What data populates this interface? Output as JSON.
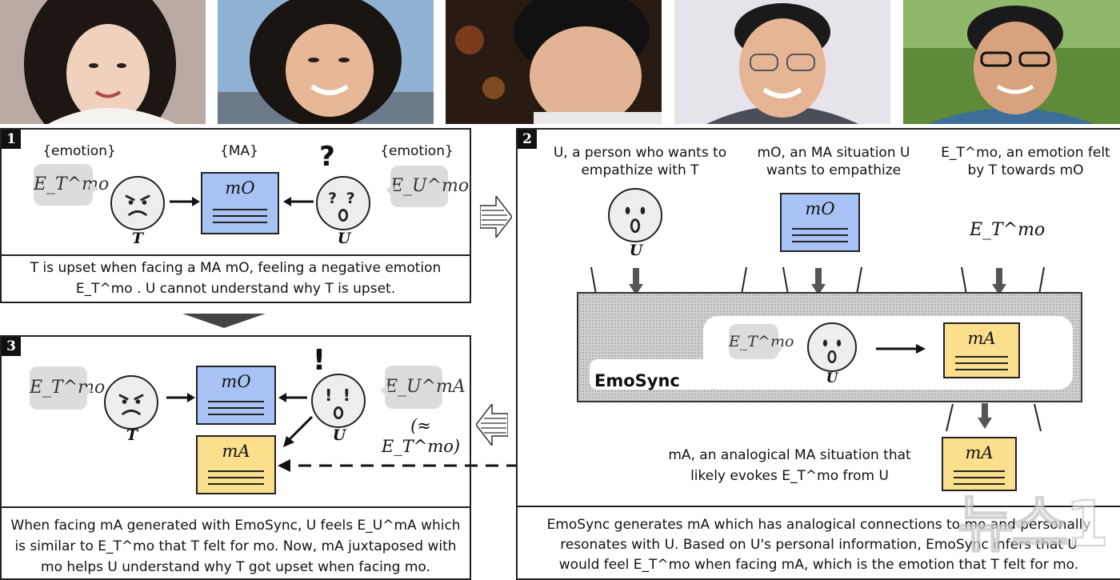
{
  "panels": {
    "p1": {
      "number": "1",
      "labels": {
        "left_emotion": "{emotion}",
        "ma": "{MA}",
        "right_emotion": "{emotion}",
        "question_mark": "?"
      },
      "bubble_T": "E_T^mo",
      "bubble_U": "E_U^mo",
      "doc_title": "mO",
      "face_T_label": "T",
      "face_U_label": "U",
      "caption_line1": "T is upset when facing a MA mO, feeling a negative emotion",
      "caption_line2": "E_T^mo . U cannot understand why T is upset."
    },
    "p2": {
      "number": "2",
      "brace_U": "U, a person who wants to empathize with T",
      "brace_mo": "mO, an MA situation U wants to empathize",
      "brace_E": "E_T^mo, an emotion felt by T towards mO",
      "face_U_label": "U",
      "doc_title": "mO",
      "E_label": "E_T^mo",
      "emosync_label": "EmoSync",
      "inner_bubble": "E_T^mo",
      "inner_face_label": "U",
      "inner_doc_title": "mA",
      "output_brace": "mA, an analogical MA situation that likely evokes E_T^mo from U",
      "output_doc_title": "mA",
      "caption_line1": "EmoSync generates mA which has analogical connections to mo and personally",
      "caption_line2": "resonates with U. Based on U's personal information, EmoSync infers that U",
      "caption_line3": "would feel E_T^mo when facing mA, which is the emotion that T felt for mo."
    },
    "p3": {
      "number": "3",
      "bubble_T": "E_T^mo",
      "bubble_U": "E_U^mA",
      "approx": "(≈ E_T^mo)",
      "exclamation": "!",
      "doc_top_title": "mO",
      "doc_bottom_title": "mA",
      "face_T_label": "T",
      "face_U_label": "U",
      "caption_line1": "When facing mA generated with EmoSync, U feels E_U^mA which",
      "caption_line2": "is similar to E_T^mo that T felt for mo. Now, mA juxtaposed with",
      "caption_line3": "mo helps U understand why T got upset when facing mo."
    }
  },
  "watermark": "뉴스1",
  "colors": {
    "blue_doc": "#a9c2f5",
    "yellow_doc": "#fbdf8c",
    "bubble": "#dcdcdc",
    "face": "#eeeeee"
  },
  "photos": [
    "person-photo-1",
    "person-photo-2",
    "person-photo-3",
    "person-photo-4",
    "person-photo-5"
  ]
}
